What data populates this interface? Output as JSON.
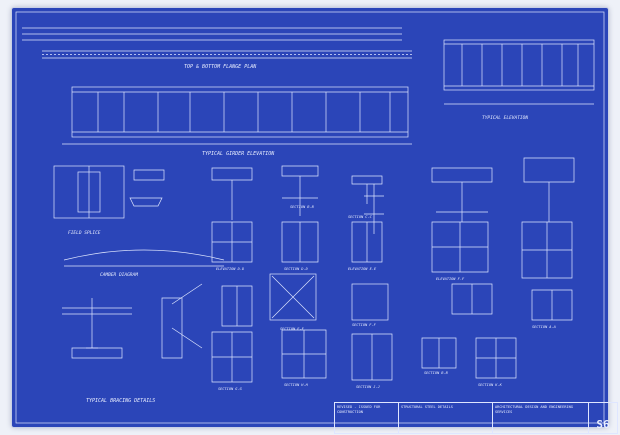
{
  "drawing": {
    "top_bottom_plan_title": "TOP & BOTTOM FLANGE PLAN",
    "typical_elevation_title": "TYPICAL GIRDER ELEVATION",
    "truss_elevation_title": "TYPICAL ELEVATION",
    "field_splice_title": "FIELD SPLICE",
    "camber_title": "CAMBER DIAGRAM",
    "bracing_title": "TYPICAL BRACING DETAILS",
    "section_labels": [
      "SECTION B-B",
      "SECTION C-C",
      "SECTION D-D",
      "ELEVATION D-D",
      "ELEVATION E-E",
      "ELEVATION F-F",
      "SECTION E-E",
      "SECTION F-F",
      "SECTION G-G",
      "SECTION H-H",
      "SECTION J-J",
      "SECTION K-K",
      "SECTION A-A",
      "SECTION B-B"
    ],
    "title_block": {
      "revisions": "REVISED - ISSUED FOR CONSTRUCTION",
      "project": "STRUCTURAL STEEL DETAILS",
      "firm": "ARCHITECTURAL DESIGN AND ENGINEERING SERVICES",
      "sheet_number": "S6"
    }
  }
}
